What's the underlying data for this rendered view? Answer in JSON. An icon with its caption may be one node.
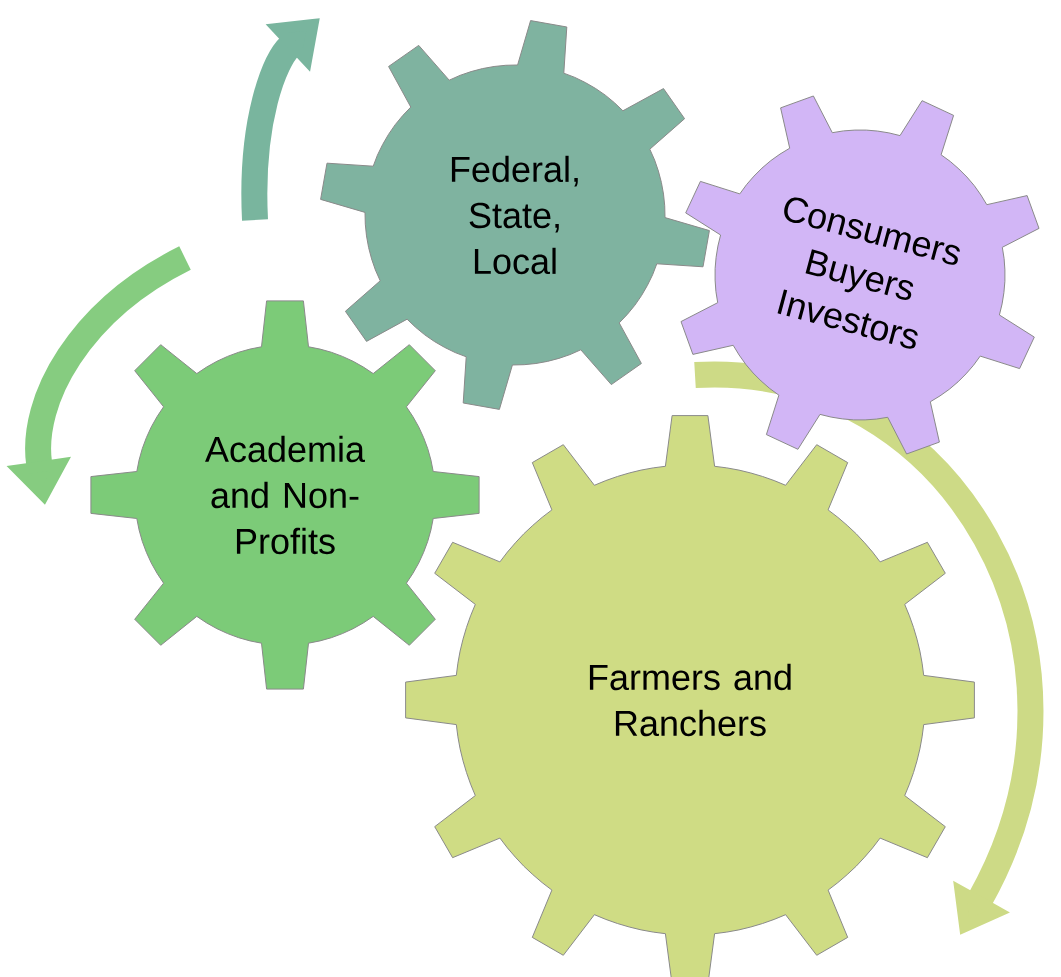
{
  "diagram": {
    "nodes": [
      {
        "text": [
          "Federal, State, Local"
        ]
      },
      {
        "text": [
          "Consumers Buyers Investors"
        ]
      },
      {
        "text": [
          "Academia and Non-Profits"
        ]
      },
      {
        "text": [
          "Farmers and Ranchers"
        ]
      }
    ]
  }
}
